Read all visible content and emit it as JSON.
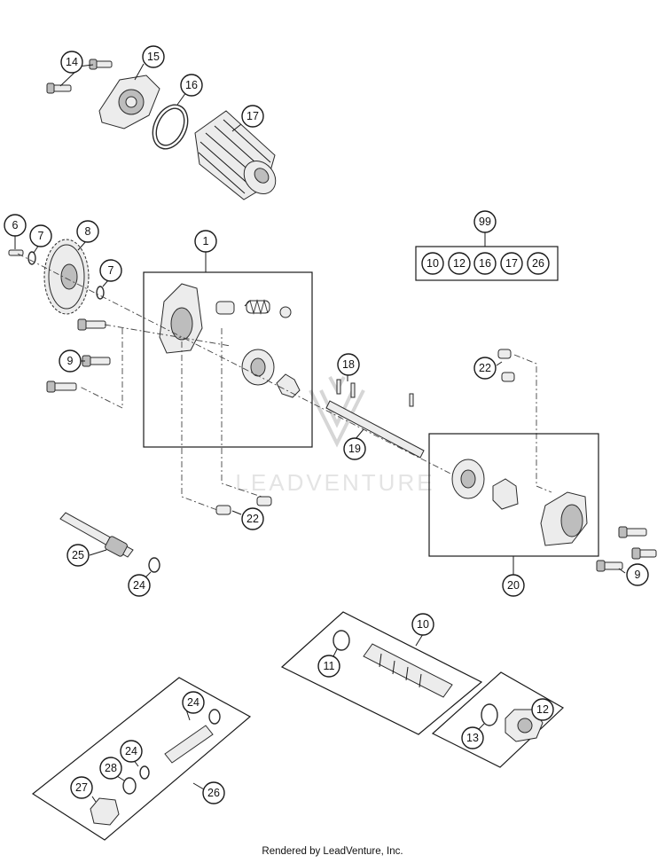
{
  "footer": "Rendered by LeadVenture, Inc.",
  "watermark": "LEADVENTURE",
  "callouts": {
    "c14": "14",
    "c15": "15",
    "c16": "16",
    "c17": "17",
    "c6": "6",
    "c7a": "7",
    "c8": "8",
    "c7b": "7",
    "c9a": "9",
    "c1": "1",
    "c99": "99",
    "k10": "10",
    "k12": "12",
    "k16": "16",
    "k17": "17",
    "k26": "26",
    "c18": "18",
    "c19": "19",
    "c22a": "22",
    "c22b": "22",
    "c20": "20",
    "c9b": "9",
    "c25": "25",
    "c24a": "24",
    "c10": "10",
    "c11": "11",
    "c12": "12",
    "c13": "13",
    "c24b": "24",
    "c24c": "24",
    "c28": "28",
    "c27": "27",
    "c26": "26"
  },
  "colors": {
    "line": "#1a1a1a",
    "part_fill": "#ececec",
    "watermark": "#d6d6d6"
  }
}
